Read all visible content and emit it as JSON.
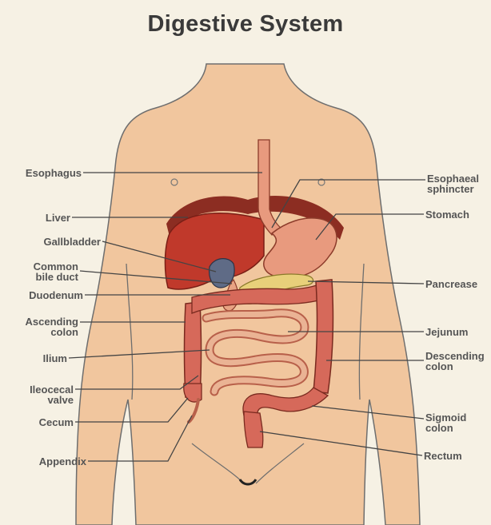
{
  "title": "Digestive System",
  "colors": {
    "background": "#f6f1e4",
    "skin": "#f1c69e",
    "liver": "#c0392b",
    "stomach": "#e89a7e",
    "intestine": "#e8a383",
    "large_intestine": "#d6695a",
    "gallbladder": "#5f6b86",
    "pancreas": "#e8d07a",
    "leader_line": "#444444"
  },
  "labels": {
    "esophagus": "Esophagus",
    "liver": "Liver",
    "gallbladder": "Gallbladder",
    "common_bile_duct": [
      "Common",
      "bile duct"
    ],
    "duodenum": "Duodenum",
    "ascending_colon": [
      "Ascending",
      "colon"
    ],
    "ilium": "Ilium",
    "ileocecal_valve": [
      "Ileocecal",
      "valve"
    ],
    "cecum": "Cecum",
    "appendix": "Appendix",
    "esophageal_sphincter": [
      "Esophaeal",
      "sphincter"
    ],
    "stomach": "Stomach",
    "pancreas": "Pancrease",
    "jejunum": "Jejunum",
    "descending_colon": [
      "Descending",
      "colon"
    ],
    "sigmoid_colon": [
      "Sigmoid",
      "colon"
    ],
    "rectum": "Rectum"
  }
}
